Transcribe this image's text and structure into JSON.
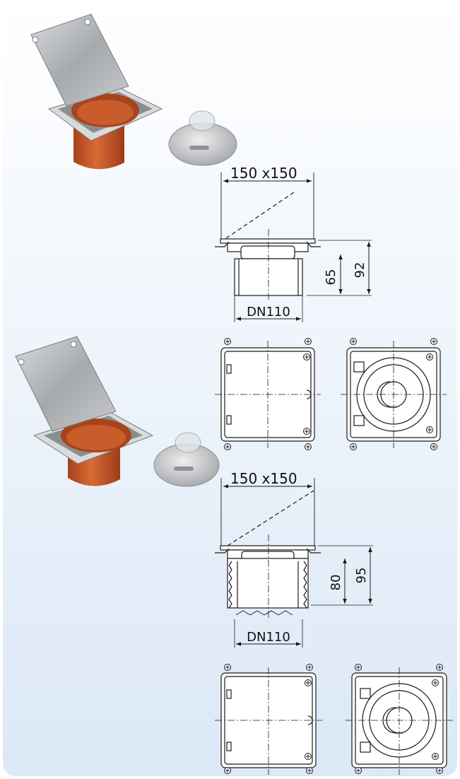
{
  "colors": {
    "panel_top": "#ffffff",
    "panel_bottom": "#dbe8f6",
    "line": "#1a1a1a",
    "pipe_orange": "#c9592a",
    "steel": "#b9bcbf",
    "plug_grey": "#d2d4d6"
  },
  "products": [
    {
      "width_label": "150 x150",
      "pipe_label": "DN110",
      "body_height": "65",
      "total_height": "92"
    },
    {
      "width_label": "150 x150",
      "pipe_label": "DN110",
      "body_height": "80",
      "total_height": "95"
    }
  ]
}
